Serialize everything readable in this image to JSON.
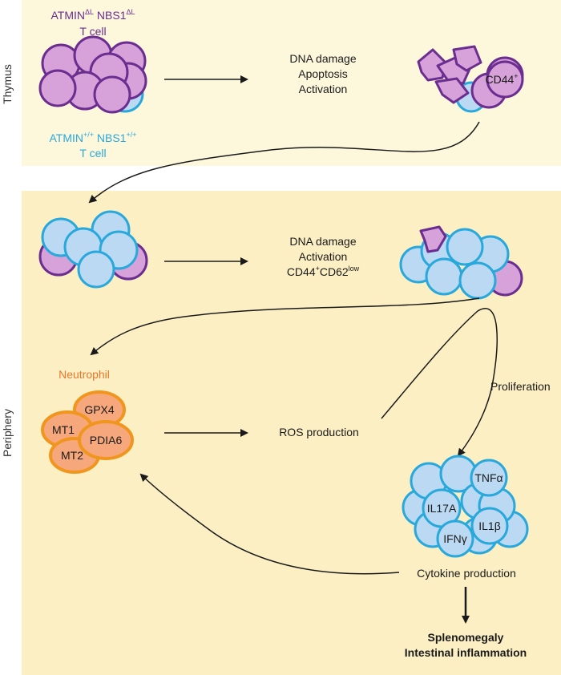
{
  "colors": {
    "thymus_bg": "#fdf8dc",
    "periphery_bg": "#fcefc3",
    "mutant_fill": "#d6a2d9",
    "mutant_stroke": "#6b2d8f",
    "wt_fill": "#bcd9f4",
    "wt_stroke": "#29a8dc",
    "neutrophil_fill": "#f6a77b",
    "neutrophil_stroke": "#f0961e",
    "arrow": "#1a1a1a"
  },
  "sections": {
    "thymus": "Thymus",
    "periphery": "Periphery"
  },
  "thymus": {
    "mutant_label_base": "ATMIN",
    "mutant_label_sup1": "ΔL",
    "mutant_label_mid": " NBS1",
    "mutant_label_sup2": "ΔL",
    "mutant_label_line2": "T cell",
    "wt_label_base": "ATMIN",
    "wt_label_sup1": "+/+",
    "wt_label_mid": " NBS1",
    "wt_label_sup2": "+/+",
    "wt_label_line2": "T cell",
    "events": [
      "DNA damage",
      "Apoptosis",
      "Activation"
    ],
    "cd44_base": "CD44",
    "cd44_sup": "+"
  },
  "periphery": {
    "events": [
      "DNA damage",
      "Activation"
    ],
    "marker_a": "CD44",
    "marker_a_sup": "+",
    "marker_b": "CD62",
    "marker_b_sup": "low",
    "neutrophil_title": "Neutrophil",
    "neutrophil_proteins": [
      "GPX4",
      "MT1",
      "PDIA6",
      "MT2"
    ],
    "ros_label": "ROS production",
    "proliferation_label": "Proliferation",
    "cytokines": [
      "TNFα",
      "IL17A",
      "IL1β",
      "IFNγ"
    ],
    "cytokine_label": "Cytokine production",
    "outcome_line1": "Splenomegaly",
    "outcome_line2": "Intestinal inflammation"
  }
}
